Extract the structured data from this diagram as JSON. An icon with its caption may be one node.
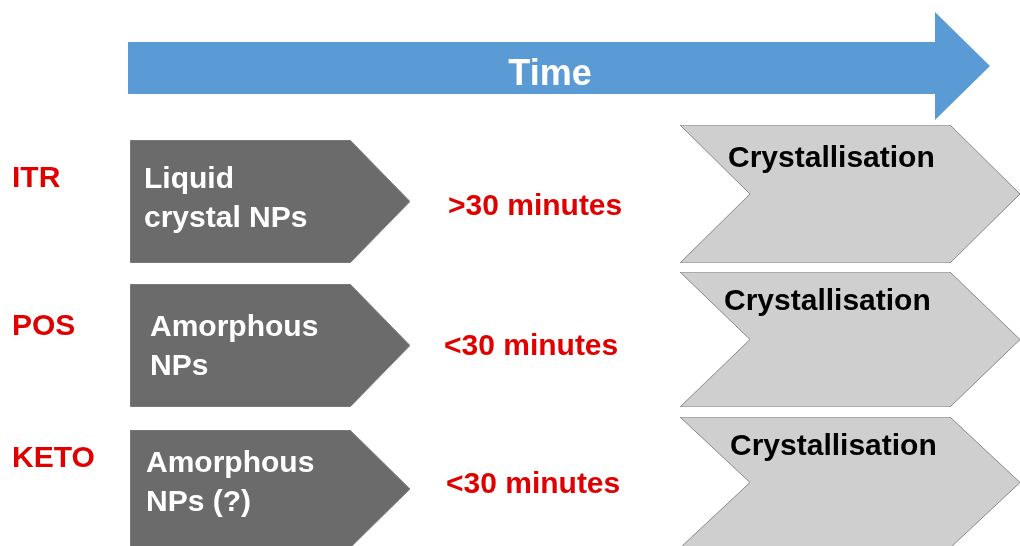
{
  "diagram": {
    "nodes": [
      {
        "text": [
          "Time"
        ]
      },
      {
        "text": [
          "Liquid crystal NPs"
        ]
      },
      {
        "text": [
          "Crystallisation"
        ]
      },
      {
        "text": [
          "Amorphous NPs"
        ]
      },
      {
        "text": [
          "Crystallisation"
        ]
      },
      {
        "text": [
          "Amorphous NPs (?)"
        ]
      },
      {
        "text": [
          "Crystallisation"
        ]
      }
    ],
    "edges": [],
    "labels": [
      "ITR",
      ">30 minutes",
      "POS",
      "<30 minutes",
      "KETO",
      "<30 minutes"
    ]
  }
}
